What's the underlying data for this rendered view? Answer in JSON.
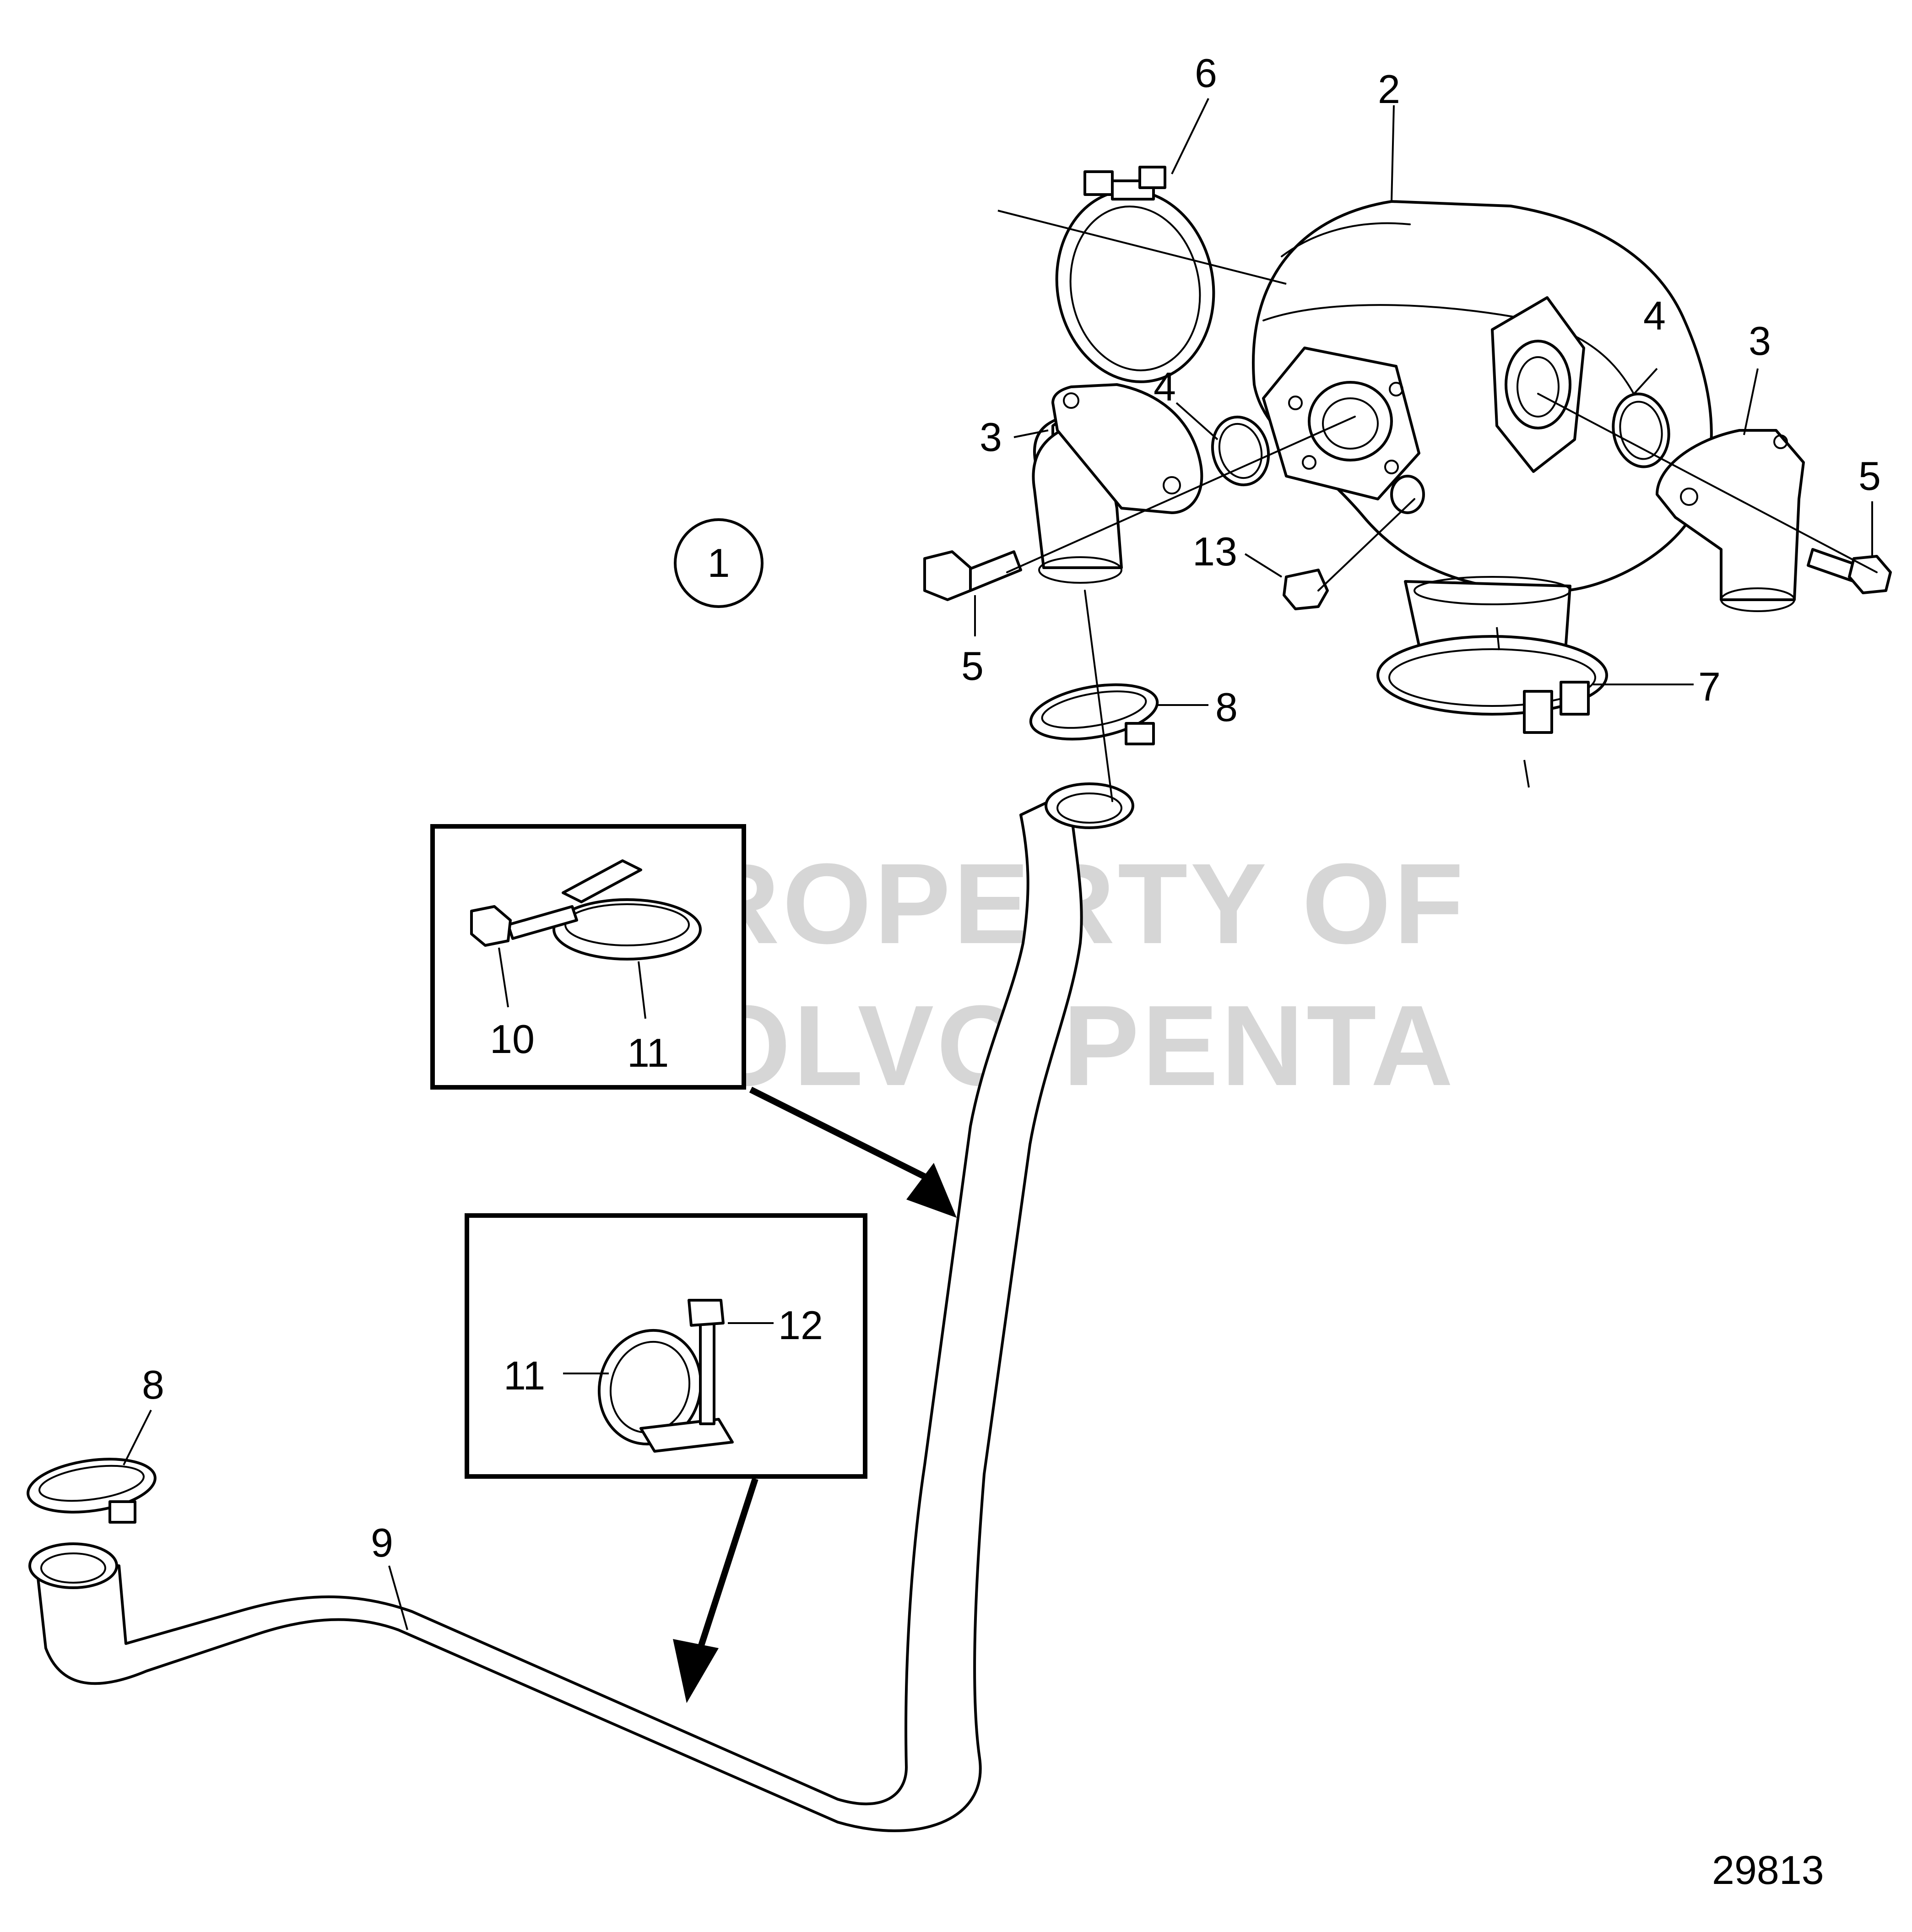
{
  "figure_number": "29813",
  "group_marker": "1",
  "watermark": [
    "PROPERTY OF",
    "VOLVO PENTA"
  ],
  "callouts": {
    "n2": "2",
    "n3_left": "3",
    "n3_right": "3",
    "n4_left": "4",
    "n4_right": "4",
    "n5_left": "5",
    "n5_right": "5",
    "n6": "6",
    "n7": "7",
    "n8_top": "8",
    "n8_left": "8",
    "n9": "9",
    "n10": "10",
    "n11_top": "11",
    "n11_bottom": "11",
    "n12": "12",
    "n13": "13"
  },
  "icons": [
    "hose-clamp-icon",
    "bolt-icon",
    "o-ring-icon",
    "elbow-flange-icon",
    "plug-icon",
    "v-band-clamp-icon",
    "pipe-clamp-icon",
    "arrow-icon"
  ]
}
